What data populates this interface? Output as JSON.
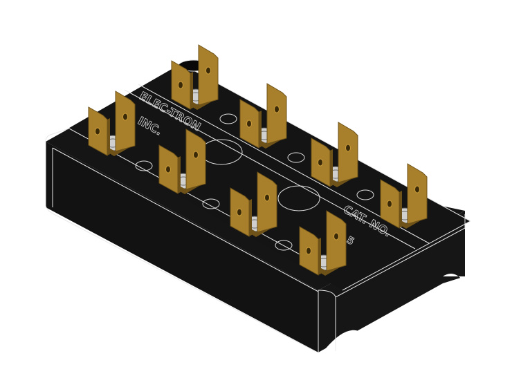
{
  "render": {
    "subject": "terminal-block",
    "colors": {
      "body": "#141414",
      "edge": "#e8e8e8",
      "brass": "#a8802c",
      "brass_light": "#c89a3a",
      "brass_dark": "#6e5218",
      "washer": "#d0d0d0",
      "background": "#ffffff"
    }
  },
  "engraving": {
    "maker_line1": "ELEC-TRON",
    "maker_line2": "INC.",
    "cat_line1": "CAT. NO.",
    "cat_line2": "5"
  },
  "terminals": {
    "rows": 2,
    "per_row": 4
  }
}
